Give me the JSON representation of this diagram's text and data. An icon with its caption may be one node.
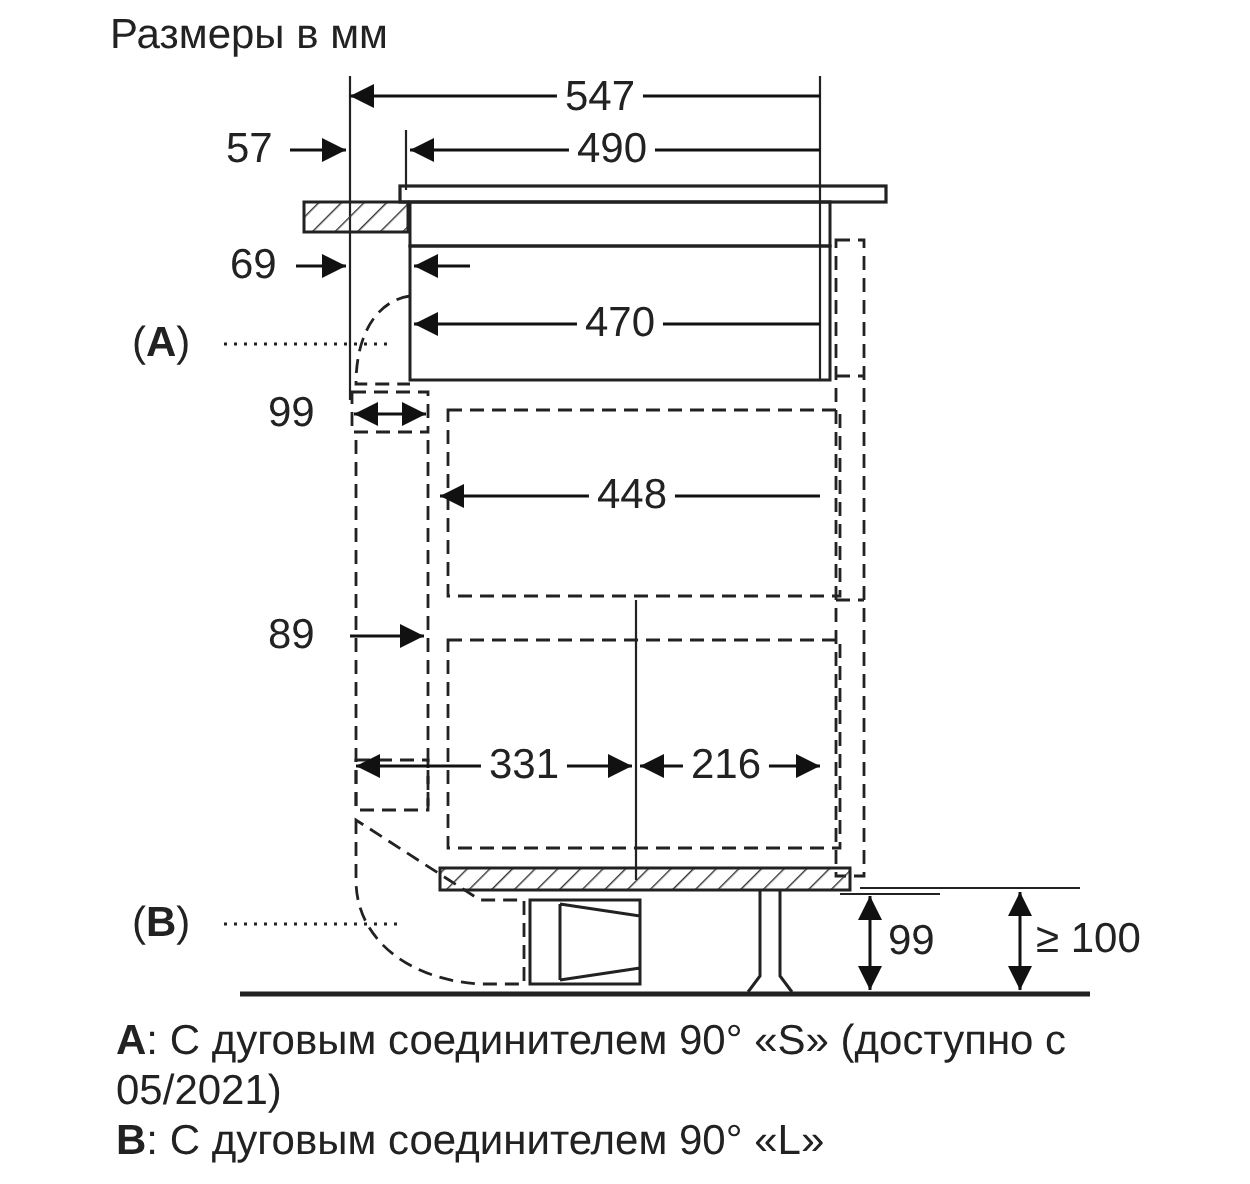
{
  "diagram": {
    "title": "Размеры в мм",
    "nodes": [
      {
        "text": [
          "(**A**)"
        ]
      },
      {
        "text": [
          "(**B**)"
        ]
      }
    ],
    "edges": [
      {
        "from": 0,
        "to": null,
        "arrow": "none"
      },
      {
        "from": 1,
        "to": null,
        "arrow": "none"
      }
    ],
    "labels": [
      "547",
      "57",
      "490",
      "69",
      "470",
      "99",
      "448",
      "89",
      "331",
      "216",
      "99",
      "≥ 100",
      "**A**: С дуговым соединителем 90° «S» (доступно с 05/2021)",
      "**B**: С дуговым соединителем 90° «L»"
    ]
  }
}
